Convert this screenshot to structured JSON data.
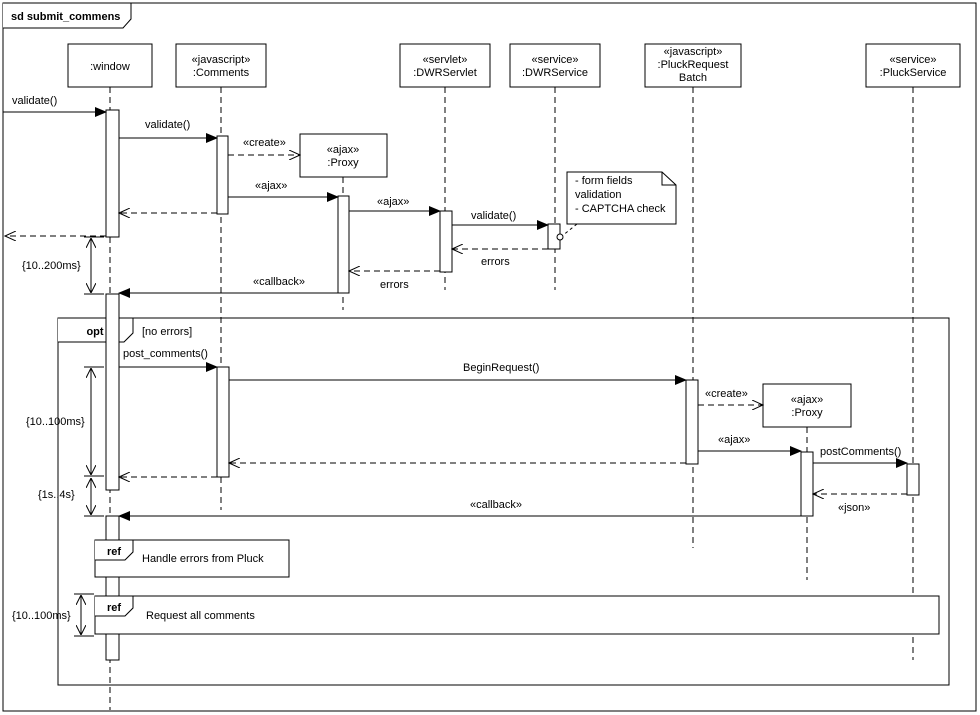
{
  "frame": {
    "title": "sd submit_commens"
  },
  "lifelines": [
    {
      "id": "window",
      "stereotype": "",
      "name": ":window"
    },
    {
      "id": "comments",
      "stereotype": "«javascript»",
      "name": ":Comments"
    },
    {
      "id": "proxy1",
      "stereotype": "«ajax»",
      "name": ":Proxy"
    },
    {
      "id": "dwrservlet",
      "stereotype": "«servlet»",
      "name": ":DWRServlet"
    },
    {
      "id": "dwrservice",
      "stereotype": "«service»",
      "name": ":DWRService"
    },
    {
      "id": "pluck",
      "stereotype": "«javascript»",
      "name": ":PluckRequest",
      "name2": "Batch"
    },
    {
      "id": "proxy2",
      "stereotype": "«ajax»",
      "name": ":Proxy"
    },
    {
      "id": "pluckservice",
      "stereotype": "«service»",
      "name": ":PluckService"
    }
  ],
  "messages": {
    "validate_in": "validate()",
    "validate_comments": "validate()",
    "create1": "«create»",
    "ajax1": "«ajax»",
    "ajax2": "«ajax»",
    "validate_service": "validate()",
    "errors1": "errors",
    "errors2": "errors",
    "callback1": "«callback»",
    "post_comments": "post_comments()",
    "begin_request": "BeginRequest()",
    "create2": "«create»",
    "ajax3": "«ajax»",
    "post_comments2": "postComments()",
    "json": "«json»",
    "callback2": "«callback»"
  },
  "note": {
    "lines": [
      "- form fields",
      "validation",
      "- CAPTCHA check"
    ]
  },
  "constraints": {
    "c1": "{10..200ms}",
    "c2": "{10..100ms}",
    "c3": "{1s..4s}",
    "c4": "{10..100ms}"
  },
  "opt": {
    "label": "opt",
    "guard": "[no errors]"
  },
  "refs": [
    {
      "label": "ref",
      "text": "Handle errors from Pluck"
    },
    {
      "label": "ref",
      "text": "Request all comments"
    }
  ]
}
